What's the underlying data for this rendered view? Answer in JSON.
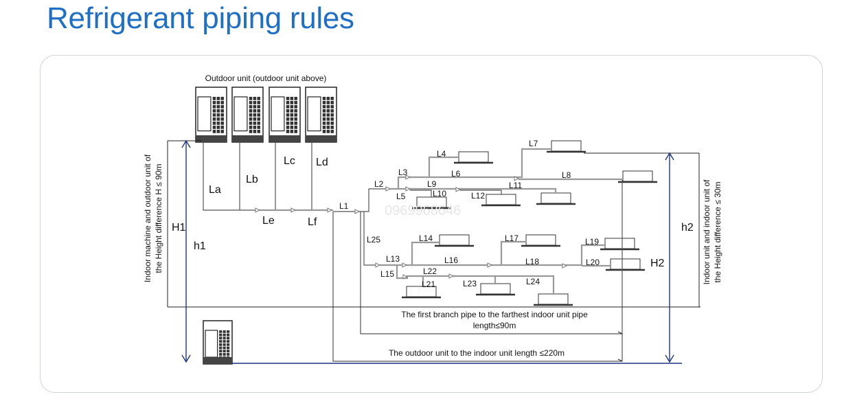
{
  "title": "Refrigerant piping rules",
  "diagram": {
    "outdoor_label": "Outdoor unit (outdoor unit above)",
    "outdoor_pipes": [
      "La",
      "Lb",
      "Lc",
      "Ld",
      "Le",
      "Lf"
    ],
    "branch_labels": [
      "L1",
      "L2",
      "L3",
      "L4",
      "L5",
      "L6",
      "L7",
      "L8",
      "L9",
      "L10",
      "L11",
      "L12",
      "L13",
      "L14",
      "L15",
      "L16",
      "L17",
      "L18",
      "L19",
      "L20",
      "L21",
      "L22",
      "L23",
      "L24",
      "L25"
    ],
    "height_labels": {
      "H1": "H1",
      "h1": "h1",
      "H2": "H2",
      "h2": "h2"
    },
    "left_rule": [
      "Indoor machine and outdoor unit of",
      "the Height difference H ≤ 90m"
    ],
    "right_rule": [
      "Indoor unit and indoor unit of",
      "the Height difference ≤ 30m"
    ],
    "first_branch_rule": [
      "The first branch pipe to the farthest indoor unit pipe",
      "length≤90m"
    ],
    "total_length_rule": "The outdoor unit to the indoor unit length ≤220m",
    "watermark": "0969968646"
  },
  "colors": {
    "title": "#1f6fc5",
    "height_arrow": "#1d3582"
  }
}
